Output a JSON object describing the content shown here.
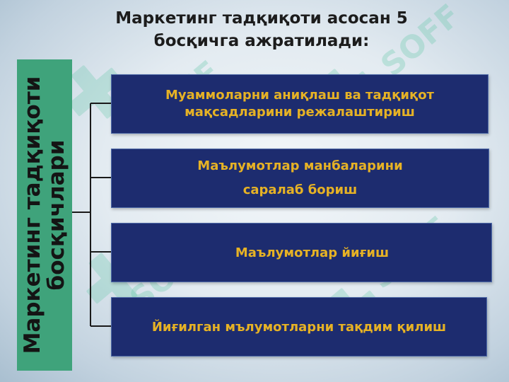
{
  "title": {
    "line1": "Маркетинг тадқиқоти асосан 5",
    "line2": "босқичга ажратилади:"
  },
  "vertical_label": {
    "line1": "Маркетинг тадқиқоти",
    "line2": "босқичлари"
  },
  "steps": [
    {
      "lines": [
        "Муаммоларни аниқлаш ва  тадқиқот",
        "мақсадларини  режалаштириш"
      ]
    },
    {
      "lines": [
        "Маълумотлар манбаларини",
        "саралаб бориш"
      ]
    },
    {
      "lines": [
        "Маълумотлар йиғиш"
      ]
    },
    {
      "lines": [
        "Йиғилган мълумотларни тақдим қилиш"
      ]
    }
  ],
  "watermark": {
    "text": "SOFF"
  },
  "colors": {
    "step_fill": "#1d2c6f",
    "step_text": "#e6b225",
    "vertical_fill": "#3fa37b",
    "watermark": "#5fc7a6"
  }
}
